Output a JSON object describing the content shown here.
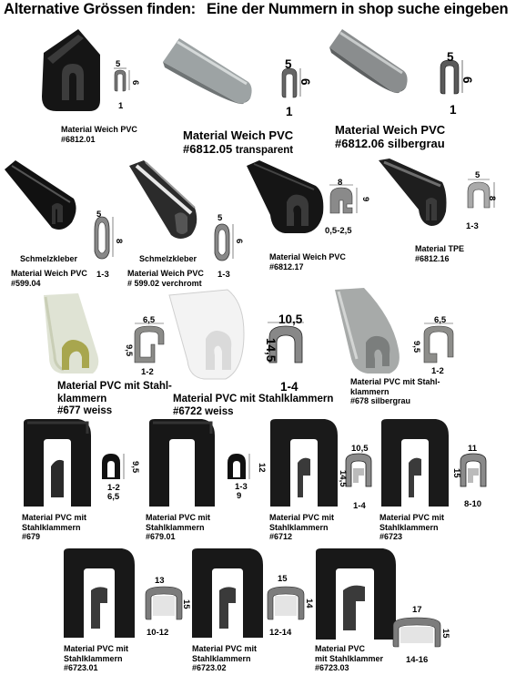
{
  "header": {
    "left": "Alternative Grössen finden:",
    "right": "Eine der Nummern in shop suche eingeben"
  },
  "products": [
    {
      "material": "Material Weich PVC",
      "number": "#6812.01",
      "dims": [
        "5",
        "6",
        "1"
      ]
    },
    {
      "material": "Material Weich PVC",
      "number": "#6812.05",
      "suffix": "transparent",
      "dims": [
        "5",
        "6",
        "1"
      ]
    },
    {
      "material": "Material Weich PVC",
      "number": "#6812.06",
      "suffix": "silbergrau",
      "dims": [
        "5",
        "6",
        "1"
      ]
    },
    {
      "tag": "Schmelzkleber",
      "material": "Material Weich PVC",
      "number": "#599.04",
      "dims": [
        "5",
        "8",
        "1-3"
      ]
    },
    {
      "tag": "Schmelzkleber",
      "material": "Material Weich PVC",
      "number": "# 599.02",
      "suffix": "verchromt",
      "dims": [
        "5",
        "6",
        "1-3"
      ]
    },
    {
      "material": "Material Weich PVC",
      "number": "#6812.17",
      "dims": [
        "8",
        "9",
        "0,5-2,5"
      ]
    },
    {
      "material": "Material TPE",
      "number": "#6812.16",
      "dims": [
        "5",
        "8",
        "1-3"
      ]
    },
    {
      "material_lines": [
        "Material PVC mit Stahl-",
        "klammern"
      ],
      "number": "#677 weiss",
      "dims": [
        "6,5",
        "9,5",
        "1-2"
      ]
    },
    {
      "material": "Material PVC mit Stahlklammern",
      "number": "#6722 weiss",
      "dims": [
        "10,5",
        "14,5",
        "1-4"
      ]
    },
    {
      "material_lines": [
        "Material PVC mit Stahl-",
        "klammern"
      ],
      "number": "#678 silbergrau",
      "dims": [
        "6,5",
        "9,5",
        "1-2"
      ]
    },
    {
      "material_lines": [
        "Material PVC mit",
        "Stahlklammern"
      ],
      "number": "#679",
      "dims": [
        "9,5",
        "1-2",
        "6,5"
      ]
    },
    {
      "material_lines": [
        "Material PVC mit",
        "Stahlklammern"
      ],
      "number": "#679.01",
      "dims": [
        "12",
        "1-3",
        "9"
      ]
    },
    {
      "material_lines": [
        "Material PVC mit",
        "Stahlklammern"
      ],
      "number": "#6712",
      "dims": [
        "10,5",
        "14,5",
        "1-4"
      ]
    },
    {
      "material_lines": [
        "Material PVC mit",
        "Stahlklammern"
      ],
      "number": "#6723",
      "dims": [
        "11",
        "15",
        "8-10"
      ]
    },
    {
      "material_lines": [
        "Material PVC mit",
        "Stahlklammern"
      ],
      "number": "#6723.01",
      "dims": [
        "13",
        "15",
        "10-12"
      ]
    },
    {
      "material_lines": [
        "Material PVC mit",
        "Stahlklammern"
      ],
      "number": "#6723.02",
      "dims": [
        "15",
        "14",
        "12-14"
      ]
    },
    {
      "material_lines": [
        "Material PVC",
        "mit Stahlklammer"
      ],
      "number": "#6723.03",
      "dims": [
        "17",
        "15",
        "14-16"
      ]
    }
  ]
}
